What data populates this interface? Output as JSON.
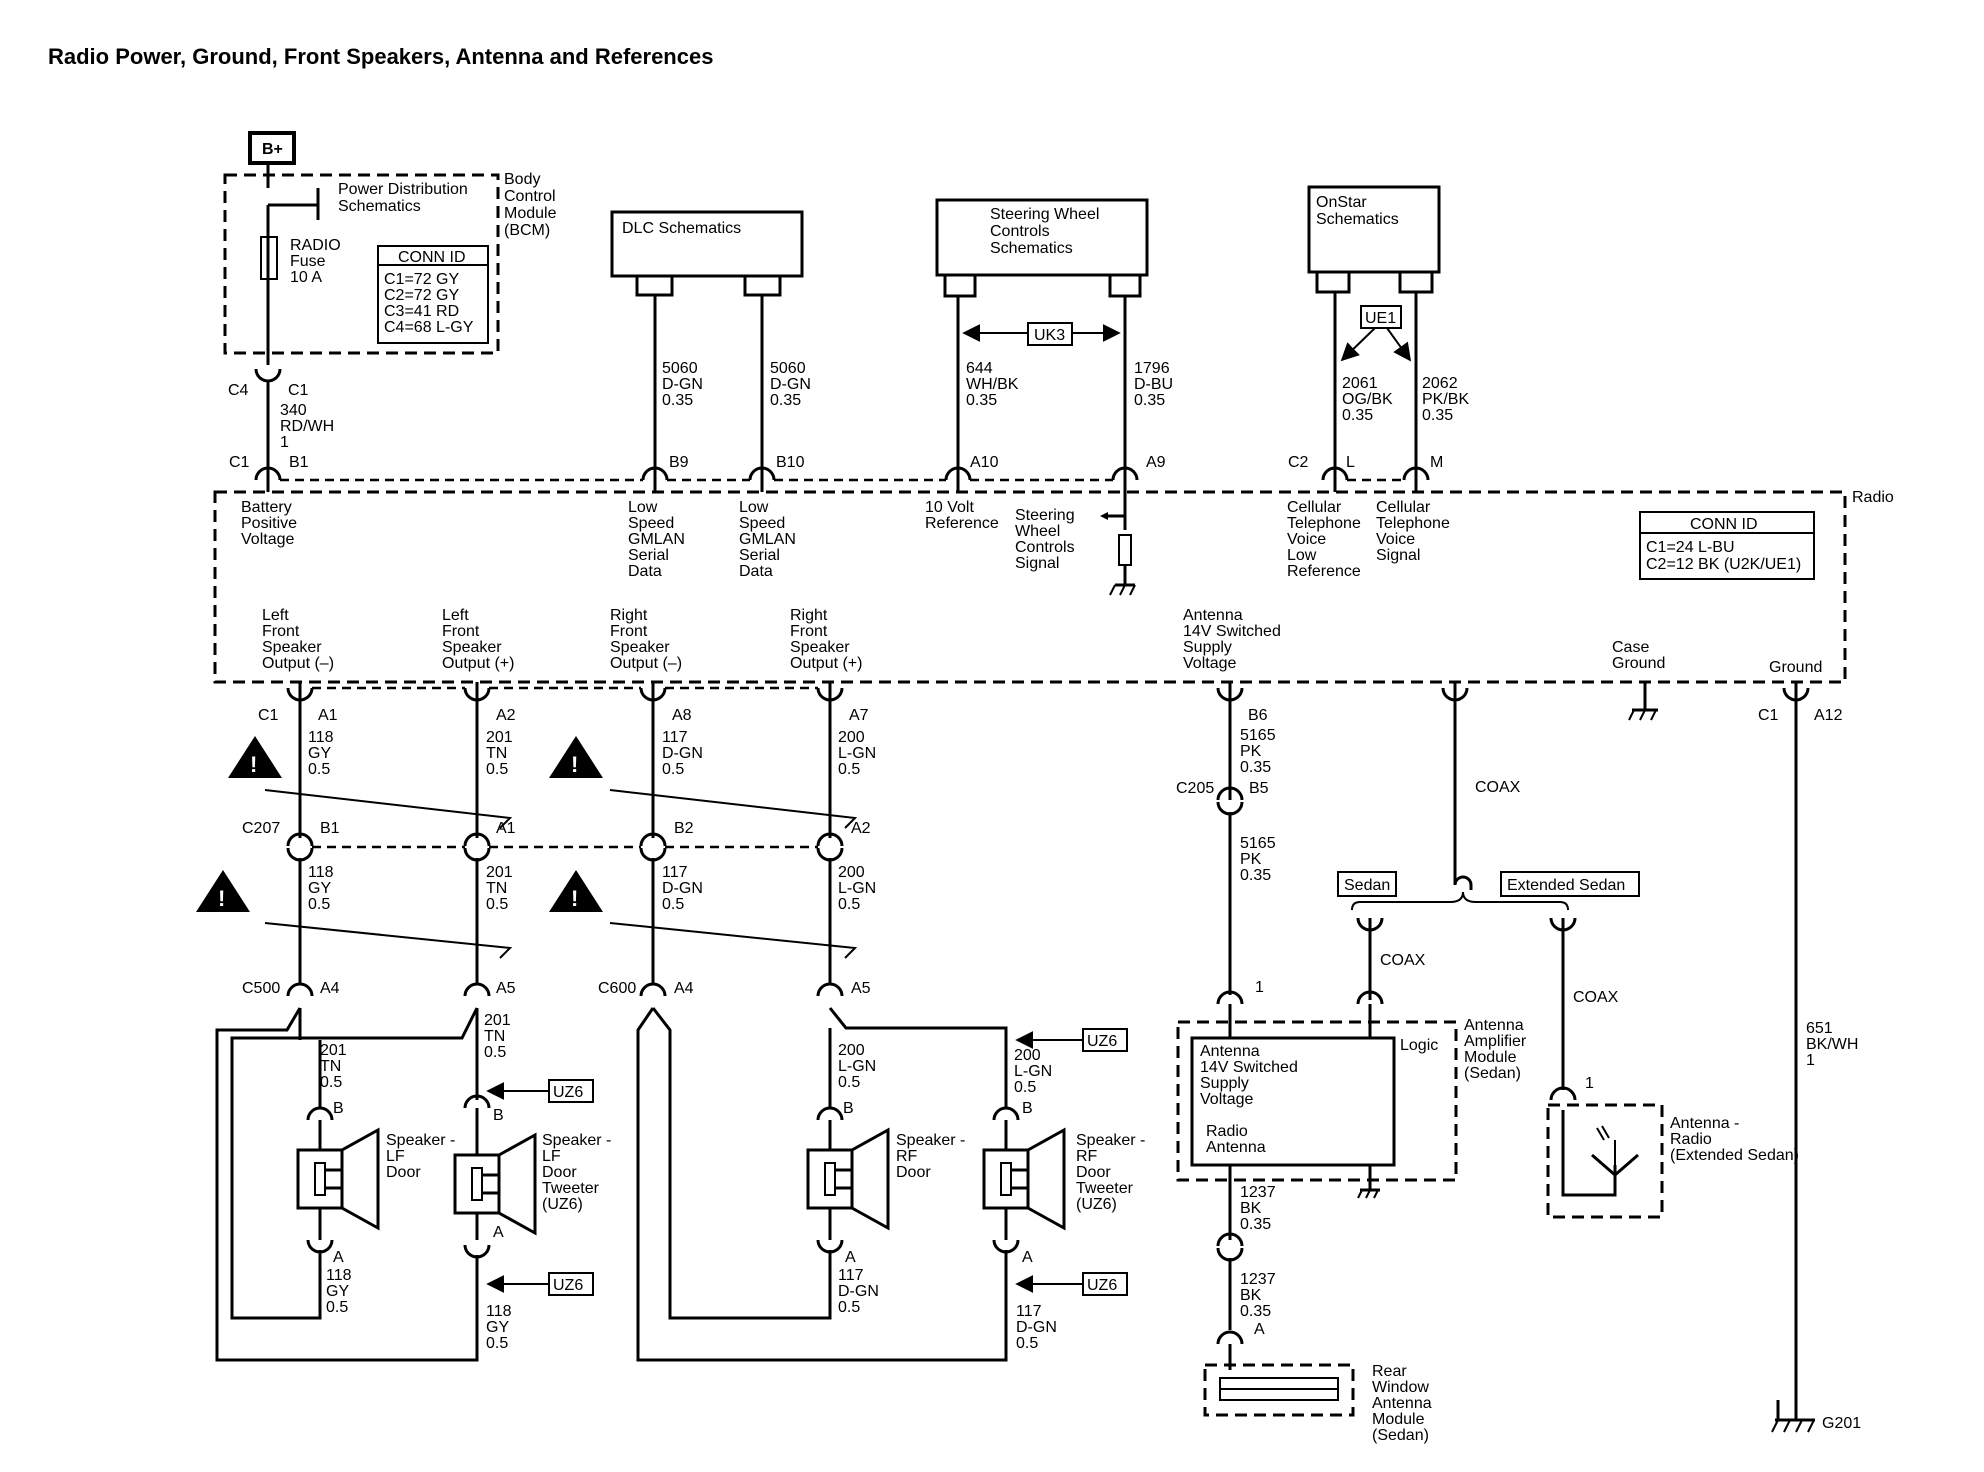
{
  "title": "Radio Power, Ground, Front Speakers, Antenna and References",
  "bplus": "B+",
  "bcm": {
    "label": [
      "Body",
      "Control",
      "Module",
      "(BCM)"
    ],
    "power_dist": [
      "Power Distribution",
      "Schematics"
    ],
    "fuse": [
      "RADIO",
      "Fuse",
      "10 A"
    ],
    "conn_title": "CONN ID",
    "conn": [
      "C1=72 GY",
      "C2=72 GY",
      "C3=41 RD",
      "C4=68 L-GY"
    ]
  },
  "dlc": "DLC Schematics",
  "swc": [
    "Steering Wheel",
    "Controls",
    "Schematics"
  ],
  "onstar": [
    "OnStar",
    "Schematics"
  ],
  "uk3": "UK3",
  "ue1": "UE1",
  "top_wires": {
    "w340": [
      "340",
      "RD/WH",
      "1"
    ],
    "w5060a": [
      "5060",
      "D-GN",
      "0.35"
    ],
    "w5060b": [
      "5060",
      "D-GN",
      "0.35"
    ],
    "w644": [
      "644",
      "WH/BK",
      "0.35"
    ],
    "w1796": [
      "1796",
      "D-BU",
      "0.35"
    ],
    "w2061": [
      "2061",
      "OG/BK",
      "0.35"
    ],
    "w2062": [
      "2062",
      "PK/BK",
      "0.35"
    ]
  },
  "top_pins": {
    "c4": "C4",
    "c1a": "C1",
    "c1b": "C1",
    "b1": "B1",
    "b9": "B9",
    "b10": "B10",
    "a10": "A10",
    "a9": "A9",
    "c2": "C2",
    "l": "L",
    "m": "M"
  },
  "radio": {
    "label": "Radio",
    "sig_batt": [
      "Battery",
      "Positive",
      "Voltage"
    ],
    "sig_lsgm1": [
      "Low",
      "Speed",
      "GMLAN",
      "Serial",
      "Data"
    ],
    "sig_lsgm2": [
      "Low",
      "Speed",
      "GMLAN",
      "Serial",
      "Data"
    ],
    "sig_10v": [
      "10 Volt",
      "Reference"
    ],
    "sig_swc": [
      "Steering",
      "Wheel",
      "Controls",
      "Signal"
    ],
    "sig_cell_low": [
      "Cellular",
      "Telephone",
      "Voice",
      "Low",
      "Reference"
    ],
    "sig_cell_sig": [
      "Cellular",
      "Telephone",
      "Voice",
      "Signal"
    ],
    "conn_title": "CONN ID",
    "conn": [
      "C1=24 L-BU",
      "C2=12 BK (U2K/UE1)"
    ],
    "out_lf_neg": [
      "Left",
      "Front",
      "Speaker",
      "Output (–)"
    ],
    "out_lf_pos": [
      "Left",
      "Front",
      "Speaker",
      "Output (+)"
    ],
    "out_rf_neg": [
      "Right",
      "Front",
      "Speaker",
      "Output (–)"
    ],
    "out_rf_pos": [
      "Right",
      "Front",
      "Speaker",
      "Output (+)"
    ],
    "out_ant": [
      "Antenna",
      "14V Switched",
      "Supply",
      "Voltage"
    ],
    "case_ground": [
      "Case",
      "Ground"
    ],
    "ground": "Ground"
  },
  "bottom_pins": {
    "c1": "C1",
    "a1": "A1",
    "a2": "A2",
    "a8": "A8",
    "a7": "A7",
    "b6": "B6",
    "c1g": "C1",
    "a12": "A12",
    "c207": "C207",
    "b1": "B1",
    "a1b": "A1",
    "b2": "B2",
    "a2b": "A2",
    "c500": "C500",
    "a4": "A4",
    "a5": "A5",
    "c600": "C600",
    "a4b": "A4",
    "a5b": "A5",
    "c205": "C205",
    "b5": "B5"
  },
  "spk_wires": {
    "w118a": [
      "118",
      "GY",
      "0.5"
    ],
    "w201a": [
      "201",
      "TN",
      "0.5"
    ],
    "w117a": [
      "117",
      "D-GN",
      "0.5"
    ],
    "w200a": [
      "200",
      "L-GN",
      "0.5"
    ],
    "w118b": [
      "118",
      "GY",
      "0.5"
    ],
    "w201b": [
      "201",
      "TN",
      "0.5"
    ],
    "w117b": [
      "117",
      "D-GN",
      "0.5"
    ],
    "w200b": [
      "200",
      "L-GN",
      "0.5"
    ],
    "w201c": [
      "201",
      "TN",
      "0.5"
    ],
    "w201d": [
      "201",
      "TN",
      "0.5"
    ],
    "w118c": [
      "118",
      "GY",
      "0.5"
    ],
    "w118d": [
      "118",
      "GY",
      "0.5"
    ],
    "w200c": [
      "200",
      "L-GN",
      "0.5"
    ],
    "w200d": [
      "200",
      "L-GN",
      "0.5"
    ],
    "w117c": [
      "117",
      "D-GN",
      "0.5"
    ],
    "w117d": [
      "117",
      "D-GN",
      "0.5"
    ]
  },
  "ant_wires": {
    "w5165a": [
      "5165",
      "PK",
      "0.35"
    ],
    "w5165b": [
      "5165",
      "PK",
      "0.35"
    ],
    "w1237a": [
      "1237",
      "BK",
      "0.35"
    ],
    "w1237b": [
      "1237",
      "BK",
      "0.35"
    ],
    "w651": [
      "651",
      "BK/WH",
      "1"
    ]
  },
  "coax": "COAX",
  "uz6": "UZ6",
  "sedan": "Sedan",
  "ext_sedan": "Extended Sedan",
  "speakers": {
    "lf_door": [
      "Speaker -",
      "LF",
      "Door"
    ],
    "lf_tweeter": [
      "Speaker -",
      "LF",
      "Door",
      "Tweeter",
      "(UZ6)"
    ],
    "rf_door": [
      "Speaker -",
      "RF",
      "Door"
    ],
    "rf_tweeter": [
      "Speaker -",
      "RF",
      "Door",
      "Tweeter",
      "(UZ6)"
    ],
    "pin_b": "B",
    "pin_a": "A"
  },
  "amp": {
    "label": [
      "Antenna",
      "Amplifier",
      "Module",
      "(Sedan)"
    ],
    "logic": "Logic",
    "inner1": [
      "Antenna",
      "14V Switched",
      "Supply",
      "Voltage"
    ],
    "inner2": [
      "Radio",
      "Antenna"
    ],
    "pin1": "1"
  },
  "ant_radio": [
    "Antenna -",
    "Radio",
    "(Extended Sedan)"
  ],
  "rear_window": [
    "Rear",
    "Window",
    "Antenna",
    "Module",
    "(Sedan)"
  ],
  "rw_pin": "A",
  "ext_pin": "1",
  "g201": "G201"
}
